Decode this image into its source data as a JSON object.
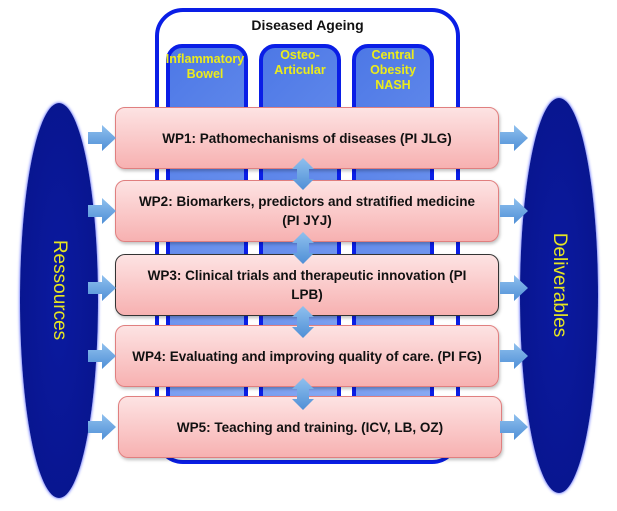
{
  "diagram": {
    "container_title": "Diseased Ageing",
    "columns": [
      {
        "label": "Inflammatory Bowel"
      },
      {
        "label": "Osteo-Articular"
      },
      {
        "label": "Central Obesity NASH"
      }
    ],
    "work_packages": [
      {
        "label": "WP1: Pathomechanisms of diseases (PI JLG)"
      },
      {
        "label": "WP2: Biomarkers, predictors and stratified medicine (PI JYJ)"
      },
      {
        "label": "WP3: Clinical trials and therapeutic innovation (PI LPB)"
      },
      {
        "label": "WP4: Evaluating and improving quality of care. (PI FG)"
      },
      {
        "label": "WP5: Teaching and training. (ICV, LB, OZ)"
      }
    ],
    "left_node": "Ressources",
    "right_node": "Deliverables",
    "colors": {
      "container_border": "#0a1ee6",
      "column_fill": "#5b84ea",
      "column_text": "#ecec1a",
      "wp_fill": "#f9c4c4",
      "ellipse_fill": "#08158e",
      "ellipse_text": "#e6e622",
      "arrow_fill": "#6ea6e0"
    }
  }
}
